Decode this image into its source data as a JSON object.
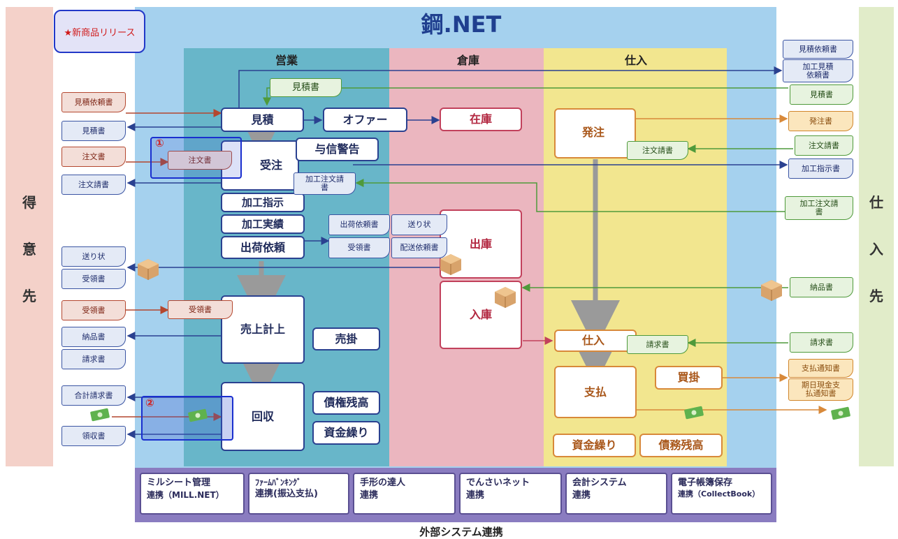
{
  "title": "鋼.NET",
  "new_release": "★新商品リリース",
  "sections": {
    "sales": "営業",
    "warehouse": "倉庫",
    "purchase": "仕入"
  },
  "side_left": [
    "得",
    "意",
    "先"
  ],
  "side_right": [
    "仕",
    "入",
    "先"
  ],
  "sales": {
    "estimate": "見積",
    "offer": "オファー",
    "order": "受注",
    "credit": "与信警告",
    "processing_instruction": "加工指示",
    "processing_result": "加工実績",
    "shipping_request": "出荷依頼",
    "sales_posting": "売上計上",
    "receivable": "売掛",
    "collection": "回収",
    "debt_balance": "債権残高",
    "cash_flow": "資金繰り"
  },
  "warehouse": {
    "stock": "在庫",
    "shipping": "出庫",
    "receiving": "入庫"
  },
  "purchase": {
    "ordering": "発注",
    "purchase": "仕入",
    "payment": "支払",
    "payable": "買掛",
    "cash_flow": "資金繰り",
    "liability": "債務残高"
  },
  "docs": {
    "mitsumori": "見積書",
    "order_doc": "注文書",
    "order_ack": "注文請書",
    "kakou_order_ack": "加工注文請書",
    "shipping_req_doc": "出荷依頼書",
    "receipt_doc": "受領書",
    "invoice_note": "送り状",
    "delivery_req_doc": "配送依頼書",
    "left_estimate_req": "見積依頼書",
    "left_estimate": "見積書",
    "left_order": "注文書",
    "left_order_ack": "注文請書",
    "left_okuri": "送り状",
    "left_juryo": "受領書",
    "left_juryo2": "受領書",
    "left_nohin": "納品書",
    "left_seikyu": "請求書",
    "left_goukei": "合計請求書",
    "left_ryoshu": "領収書",
    "right_estimate_req": "見積依頼書",
    "right_kakou_est": "加工見積依頼書",
    "right_mitsumori": "見積書",
    "right_hacchu": "発注書",
    "right_chumon_uke": "注文請書",
    "right_kakou_shiji": "加工指示書",
    "right_kakou_chumon": "加工注文請書",
    "right_nohin": "納品書",
    "right_seikyu": "請求書",
    "right_shiharai": "支払通知書",
    "right_kijitsu": "期日現金支払通知書",
    "mid_juryo": "受領書",
    "purchase_seikyu": "請求書",
    "purchase_chumon_uke": "注文請書"
  },
  "markers": {
    "one": "①",
    "two": "②"
  },
  "external": {
    "label": "外部システム連携",
    "items": [
      {
        "line1": "ミルシート管理",
        "line2": "連携（MILL.NET）"
      },
      {
        "line1": "ﾌｧｰﾑﾊﾞﾝｷﾝｸﾞ",
        "line2": "連携(振込支払)"
      },
      {
        "line1": "手形の達人",
        "line2": "連携"
      },
      {
        "line1": "でんさいネット",
        "line2": "連携"
      },
      {
        "line1": "会計システム",
        "line2": "連携"
      },
      {
        "line1": "電子帳簿保存",
        "line2": "連携（CollectBook）"
      }
    ]
  },
  "colors": {
    "outer_blue": "#a5d1ee",
    "sales_teal": "#68b6c9",
    "warehouse_pink": "#ebb6bf",
    "purchase_yellow": "#f2e68f",
    "left_side": "#f4d1c9",
    "right_side": "#e1ecc9",
    "external_purple": "#8a7cc0"
  }
}
